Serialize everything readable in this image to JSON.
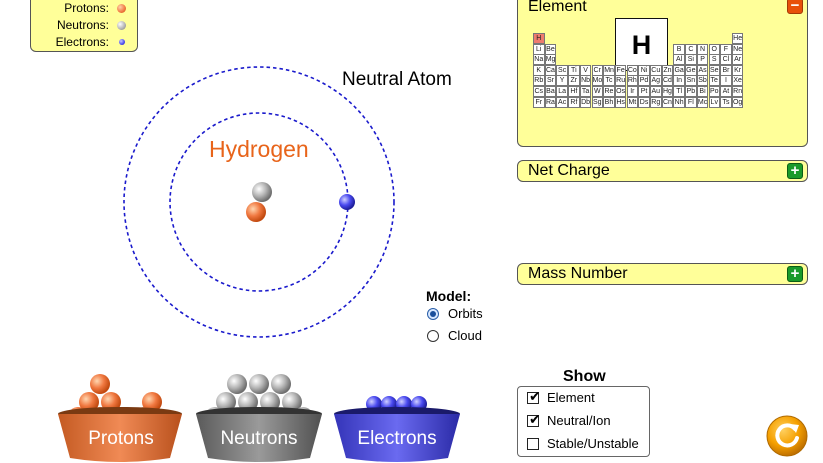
{
  "legend": {
    "protons_label": "Protons:",
    "neutrons_label": "Neutrons:",
    "electrons_label": "Electrons:"
  },
  "atom": {
    "status": "Neutral Atom",
    "element_name": "Hydrogen",
    "orbit_color": "#1a1acc"
  },
  "model": {
    "label": "Model:",
    "options": [
      {
        "label": "Orbits",
        "selected": true
      },
      {
        "label": "Cloud",
        "selected": false
      }
    ]
  },
  "buckets": {
    "protons": "Protons",
    "neutrons": "Neutrons",
    "electrons": "Electrons"
  },
  "panels": {
    "element": {
      "title": "Element",
      "symbol": "H",
      "collapse_icon": "minus-icon"
    },
    "net_charge": {
      "title": "Net Charge",
      "expand_icon": "plus-icon"
    },
    "mass_number": {
      "title": "Mass Number",
      "expand_icon": "plus-icon"
    }
  },
  "periodic_table": {
    "rows": [
      [
        "H",
        "",
        "",
        "",
        "",
        "",
        "",
        "",
        "",
        "",
        "",
        "",
        "",
        "",
        "",
        "",
        "",
        "He"
      ],
      [
        "Li",
        "Be",
        "",
        "",
        "",
        "",
        "",
        "",
        "",
        "",
        "",
        "",
        "B",
        "C",
        "N",
        "O",
        "F",
        "Ne"
      ],
      [
        "Na",
        "Mg",
        "",
        "",
        "",
        "",
        "",
        "",
        "",
        "",
        "",
        "",
        "Al",
        "Si",
        "P",
        "S",
        "Cl",
        "Ar"
      ],
      [
        "K",
        "Ca",
        "Sc",
        "Ti",
        "V",
        "Cr",
        "Mn",
        "Fe",
        "Co",
        "Ni",
        "Cu",
        "Zn",
        "Ga",
        "Ge",
        "As",
        "Se",
        "Br",
        "Kr"
      ],
      [
        "Rb",
        "Sr",
        "Y",
        "Zr",
        "Nb",
        "Mo",
        "Tc",
        "Ru",
        "Rh",
        "Pd",
        "Ag",
        "Cd",
        "In",
        "Sn",
        "Sb",
        "Te",
        "I",
        "Xe"
      ],
      [
        "Cs",
        "Ba",
        "La",
        "Hf",
        "Ta",
        "W",
        "Re",
        "Os",
        "Ir",
        "Pt",
        "Au",
        "Hg",
        "Tl",
        "Pb",
        "Bi",
        "Po",
        "At",
        "Rn"
      ],
      [
        "Fr",
        "Ra",
        "Ac",
        "Rf",
        "Db",
        "Sg",
        "Bh",
        "Hs",
        "Mt",
        "Ds",
        "Rg",
        "Cn",
        "Nh",
        "Fl",
        "Mc",
        "Lv",
        "Ts",
        "Og"
      ]
    ],
    "selected": "H"
  },
  "show": {
    "title": "Show",
    "options": [
      {
        "label": "Element",
        "checked": true
      },
      {
        "label": "Neutral/Ion",
        "checked": true
      },
      {
        "label": "Stable/Unstable",
        "checked": false
      }
    ]
  },
  "colors": {
    "proton": "#f07840",
    "neutron": "#b0b0b0",
    "electron": "#4a4af0",
    "panel_bg": "#ffff99",
    "accent_orange": "#e8641a"
  },
  "reset_icon": "reset-icon"
}
